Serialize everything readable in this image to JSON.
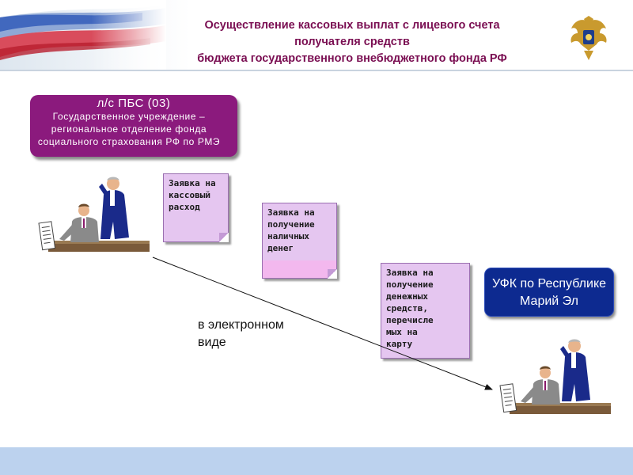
{
  "header": {
    "title_line1": "Осуществление кассовых выплат с лицевого счета",
    "title_line2": "получателя средств",
    "title_line3": "бюджета государственного внебюджетного фонда РФ",
    "flag_icon": "russian-flag-icon",
    "emblem_icon": "treasury-emblem-icon"
  },
  "pbs_box": {
    "title": "л/с ПБС (03)",
    "line1": "Государственное учреждение –",
    "line2": "региональное отделение фонда",
    "line3": "социального страхования РФ по РМЭ",
    "color": "#8b1a7d"
  },
  "ufk_box": {
    "line1": "УФК по Республике",
    "line2": "Марий Эл",
    "color": "#0d2a90"
  },
  "notes": {
    "note1": [
      "Заявка на",
      "кассовый",
      "расход"
    ],
    "note2": [
      "Заявка на",
      "получение",
      "наличных",
      "денег"
    ],
    "note3": [
      "Заявка на",
      "получение",
      "денежных",
      "средств,",
      "перечисле",
      "мых на",
      "карту"
    ]
  },
  "arrow_label": {
    "line1": "в электронном",
    "line2": "виде"
  },
  "colors": {
    "note_fill": "#e5c6f0",
    "title_color": "#7a0e52",
    "bottom_bar": "#bcd2ee"
  }
}
